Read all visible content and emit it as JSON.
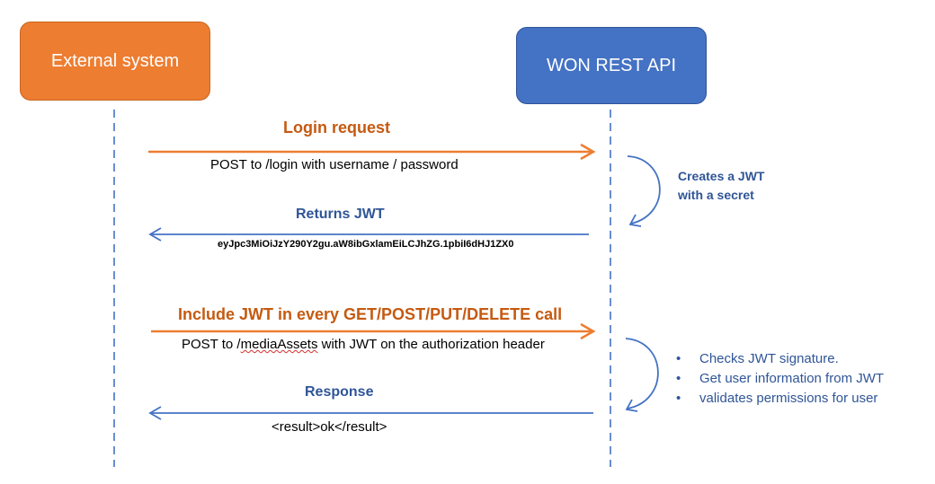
{
  "actors": {
    "external": "External system",
    "api": "WON REST API"
  },
  "messages": {
    "login": {
      "title": "Login request",
      "detail": "POST to /login with username / password"
    },
    "returns": {
      "title": "Returns JWT",
      "token": "eyJpc3MiOiJzY290Y2gu.aW8ibGxlamEiLCJhZG.1pbiI6dHJ1ZX0"
    },
    "include": {
      "title": "Include JWT in every GET/POST/PUT/DELETE call",
      "detail_prefix": "POST to /",
      "detail_word": "mediaAssets",
      "detail_suffix": " with JWT on the authorization header"
    },
    "response": {
      "title": "Response",
      "detail": "<result>ok</result>"
    }
  },
  "notes": {
    "create": [
      "Creates a JWT",
      "with a secret"
    ],
    "checks": [
      "Checks JWT signature.",
      "Get user information from JWT",
      "validates permissions for user"
    ]
  },
  "colors": {
    "orange": "#ED7D31",
    "blue": "#4472C4",
    "orange_text": "#C55A11",
    "blue_text": "#2F5597"
  }
}
